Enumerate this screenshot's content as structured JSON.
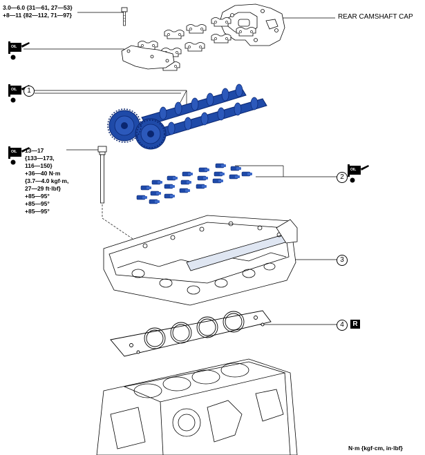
{
  "torque_top": {
    "line1": "3.0—6.0 {31—61, 27—53}",
    "line2": "+8—11 {82—112, 71—97}"
  },
  "rear_cap_label": "REAR CAMSHAFT CAP",
  "oil_label": "OIL",
  "torque_bolt": [
    "13—17",
    "{133—173,",
    "116—150}",
    "+36—40 N·m",
    "{3.7—4.0 kgf·m,",
    "27—29 ft·lbf}",
    "+85—95°",
    "+85—95°",
    "+85—95°"
  ],
  "callouts": [
    "1",
    "2",
    "3",
    "4"
  ],
  "replace_mark": "R",
  "units_label": "N·m {kgf·cm, in·lbf}",
  "colors": {
    "part_blue": "#1f4aa8",
    "part_dark": "#0a2670",
    "line": "#000000"
  }
}
